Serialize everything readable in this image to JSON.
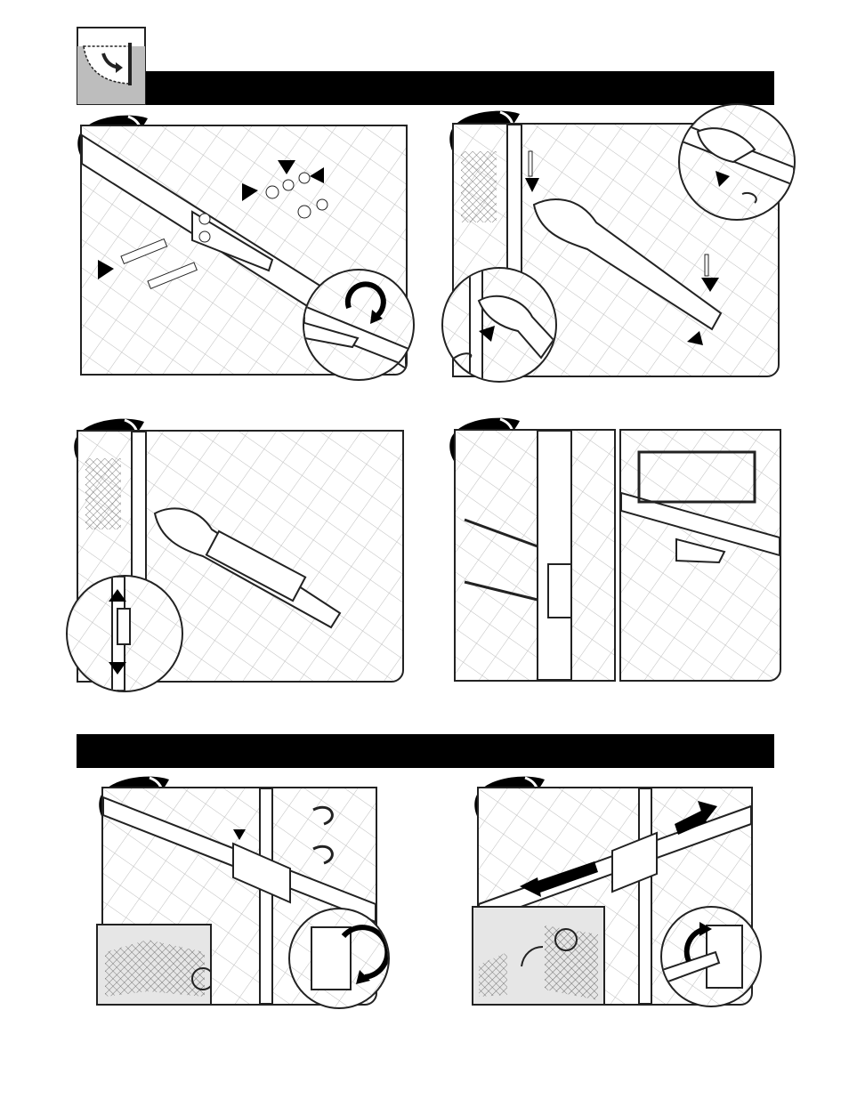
{
  "document": {
    "section_1": {
      "header_icon": "gate-swing-icon",
      "steps": [
        "step-1",
        "step-2",
        "step-3",
        "step-4"
      ]
    },
    "section_2": {
      "steps": [
        "step-5",
        "step-6"
      ]
    }
  },
  "colors": {
    "bar": "#000000",
    "line": "#222222",
    "mesh": "#bdbdbd",
    "inset_bg": "#e6e6e6"
  }
}
